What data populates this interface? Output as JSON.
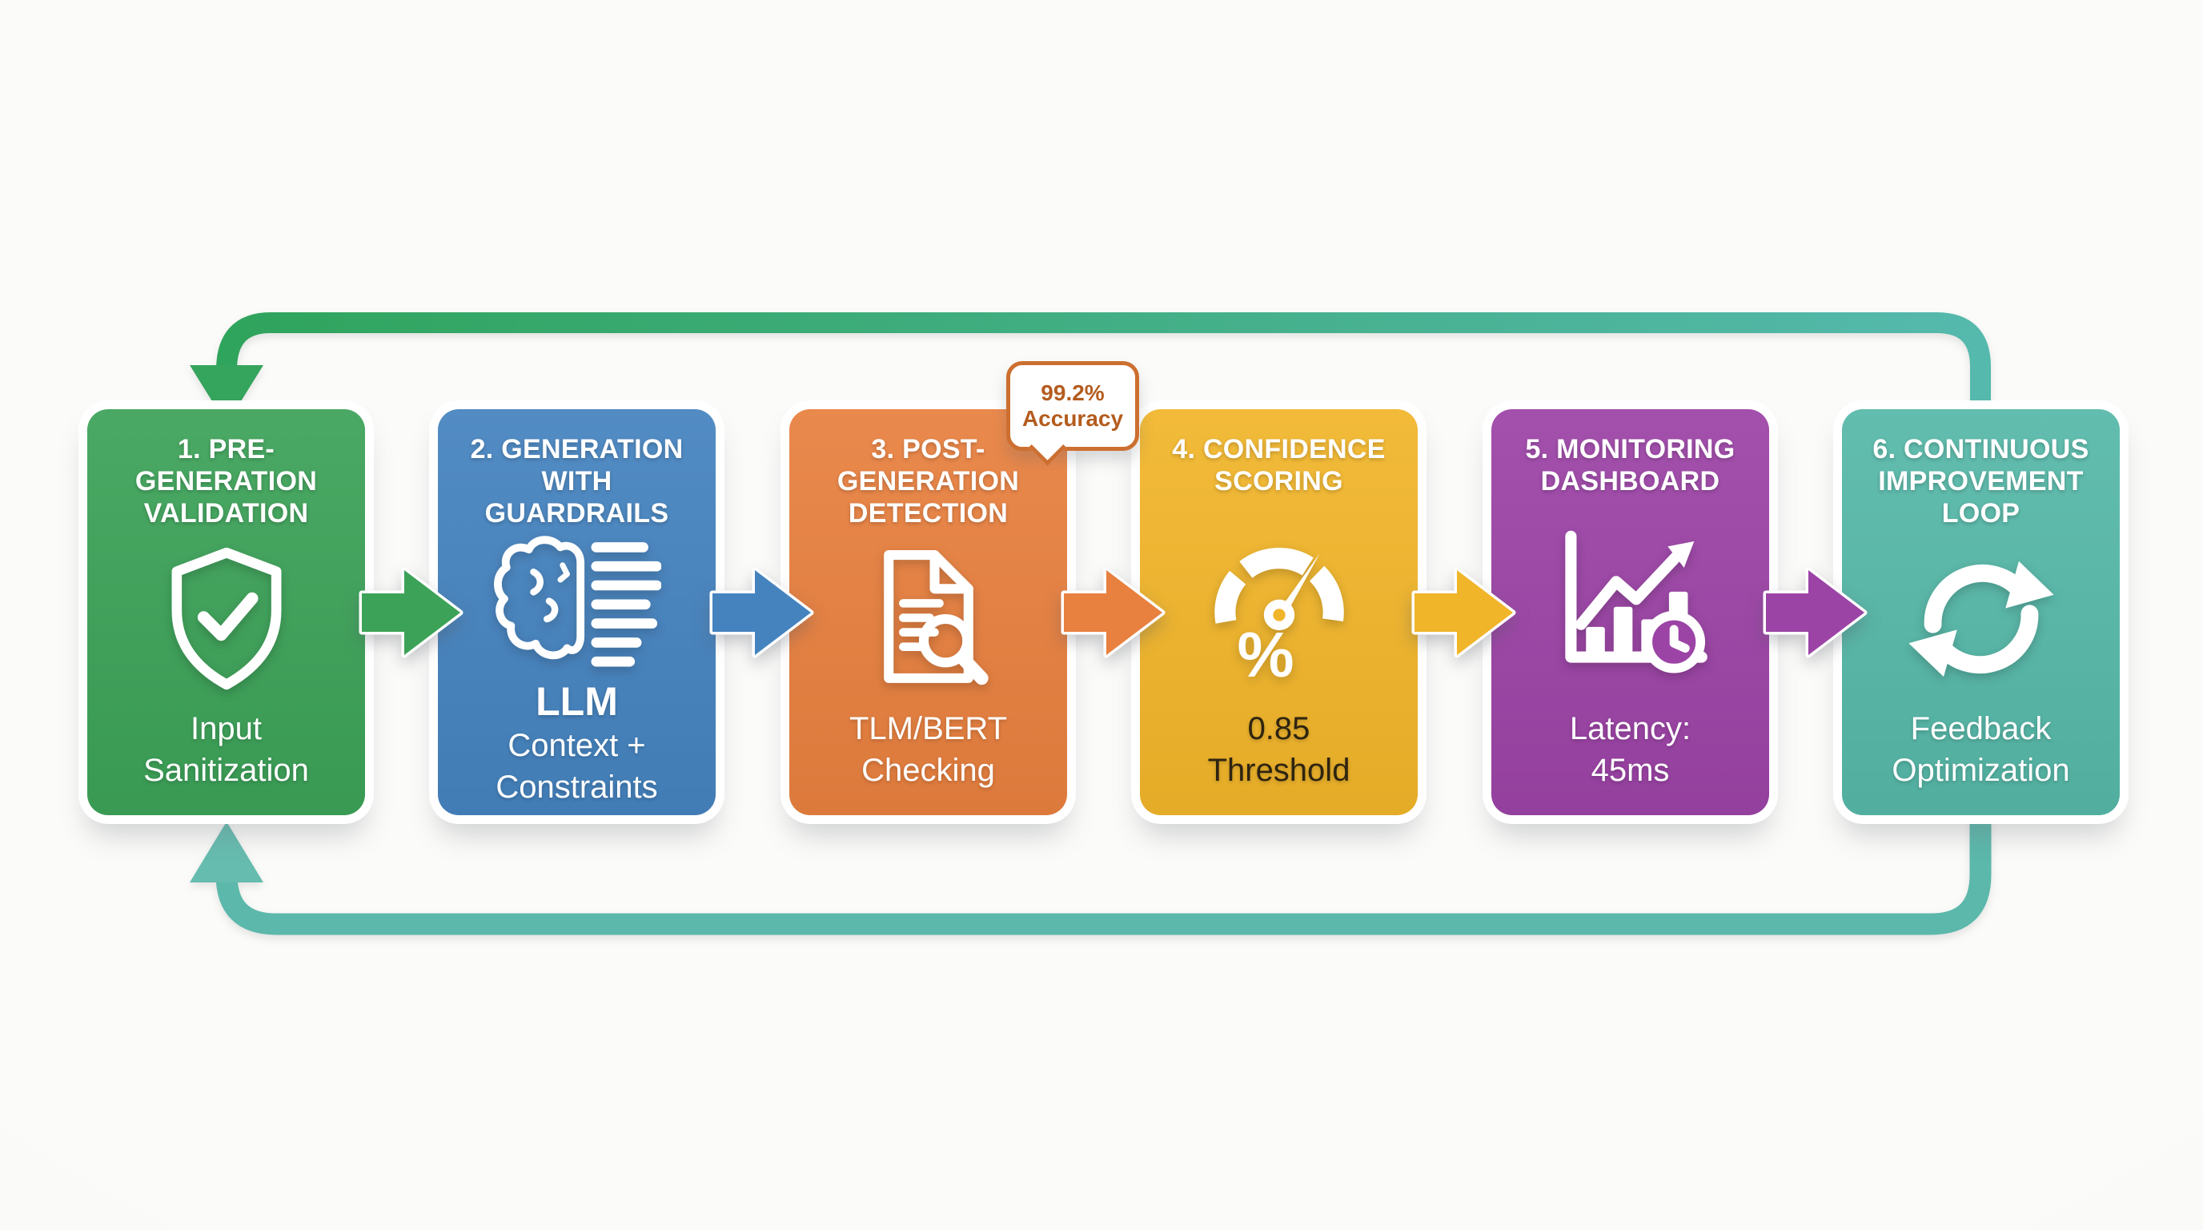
{
  "page": {
    "background": "#fbfbf9"
  },
  "steps": [
    {
      "title": "1. PRE-GENERATION\nVALIDATION",
      "subtitle": "Input\nSanitization",
      "color": "#3ca258",
      "icon": "shield-check"
    },
    {
      "title": "2. GENERATION\nWITH\nGUARDRAILS",
      "icon_label": "LLM",
      "subtitle": "Context +\nConstraints",
      "color": "#4583bf",
      "icon": "brain-llm"
    },
    {
      "title": "3. POST-\nGENERATION\nDETECTION",
      "subtitle": "TLM/BERT\nChecking",
      "color": "#e8803f",
      "icon": "document-search"
    },
    {
      "title": "4. CONFIDENCE\nSCORING",
      "subtitle": "0.85\nThreshold",
      "subtitle_color": "#2e2410",
      "color": "#f1b52a",
      "icon": "gauge-percent",
      "icon_text": "%"
    },
    {
      "title": "5. MONITORING\nDASHBOARD",
      "subtitle": "Latency:\n45ms",
      "color": "#9c43a6",
      "icon": "chart-clock"
    },
    {
      "title": "6. CONTINUOUS\nIMPROVEMENT\nLOOP",
      "subtitle": "Feedback\nOptimization",
      "color": "#56b8a8",
      "icon": "refresh-loop"
    }
  ],
  "connectors": [
    {
      "color": "#3ca258"
    },
    {
      "color": "#4583bf"
    },
    {
      "color": "#e8803f"
    },
    {
      "color": "#f1b52a"
    },
    {
      "color": "#9c43a6"
    }
  ],
  "loop": {
    "top": {
      "from": "#2fa45c",
      "to": "#55b9ad"
    },
    "bottom": {
      "color": "#5cb8ab"
    },
    "arrow_top": "#35a45c",
    "arrow_bottom": "#66bcaf"
  },
  "badge": {
    "line1": "99.2%",
    "line2": "Accuracy",
    "text_color": "#b45c1e",
    "border_color": "#cc6f30",
    "background": "#ffffff"
  }
}
